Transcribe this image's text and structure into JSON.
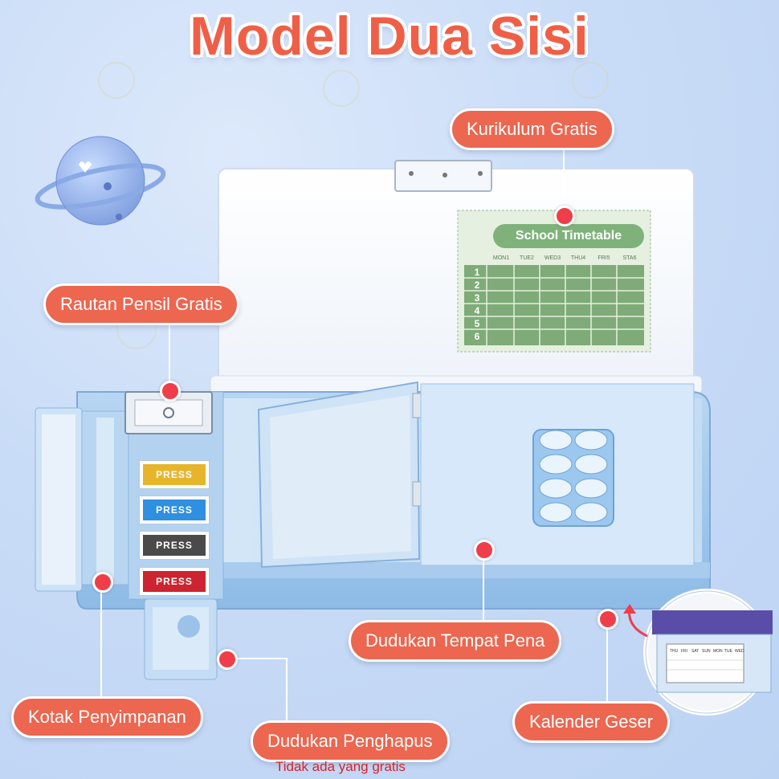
{
  "title": "Model Dua Sisi",
  "labels": {
    "kurikulum": "Kurikulum Gratis",
    "rautan": "Rautan Pensil Gratis",
    "kotak": "Kotak Penyimpanan",
    "penghapus": "Dudukan Penghapus",
    "pena": "Dudukan Tempat Pena",
    "kalender": "Kalender Geser"
  },
  "footnote": "Tidak ada yang gratis",
  "buttons": [
    "PRESS",
    "PRESS",
    "PRESS",
    "PRESS"
  ],
  "button_colors": [
    "#e7b52b",
    "#2f8fe0",
    "#4a4a4a",
    "#cc2430"
  ],
  "timetable": {
    "title": "School Timetable",
    "days": [
      "MON1",
      "TUE2",
      "WED3",
      "THU4",
      "FRI5",
      "STA6"
    ],
    "rows": [
      "1",
      "2",
      "3",
      "4",
      "5",
      "6"
    ]
  },
  "calendar": {
    "days": [
      "THU",
      "FRI",
      "SAT",
      "SUN",
      "MON",
      "TUE",
      "WED"
    ]
  },
  "colors": {
    "accent": "#ec6650",
    "marker": "#ef3e4a",
    "case_blue": "#9cc6ee",
    "timetable_green": "#6ea86e"
  }
}
